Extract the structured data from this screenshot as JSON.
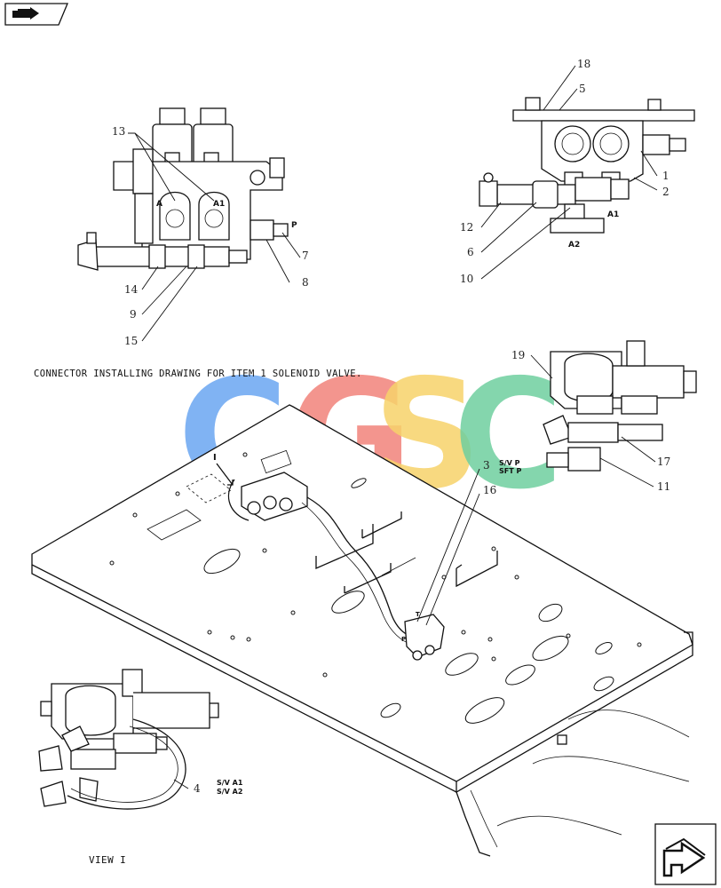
{
  "caption": "CONNECTOR INSTALLING DRAWING FOR ITEM 1 SOLENOID VALVE.",
  "view_label": "VIEW I",
  "view_marker": "I",
  "watermark": {
    "letters": [
      "C",
      "G",
      "S",
      "C"
    ],
    "colors": [
      "#6aa6f2",
      "#f2837b",
      "#f7d36b",
      "#6fcf9f"
    ]
  },
  "port_labels": {
    "left_a": "A",
    "left_a1": "A1",
    "left_p": "P",
    "right_a1": "A1",
    "right_a2": "A2",
    "sv_p_1": "S/V P",
    "sv_p_2": "SFT P",
    "valve_t": "T",
    "valve_p": "P",
    "sv_a1": "S/V A1",
    "sv_a2": "S/V A2"
  },
  "callouts": [
    "1",
    "2",
    "3",
    "4",
    "5",
    "6",
    "7",
    "8",
    "9",
    "10",
    "11",
    "12",
    "13",
    "14",
    "15",
    "16",
    "17",
    "18",
    "19"
  ],
  "nav_icons": {
    "top_left": "previous-page-icon",
    "bottom_right": "next-page-icon"
  }
}
